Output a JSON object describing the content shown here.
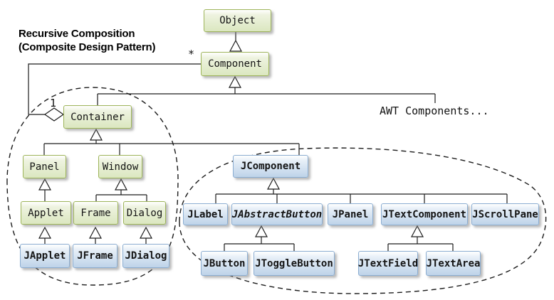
{
  "heading": {
    "line1": "Recursive Composition",
    "line2": "(Composite Design Pattern)"
  },
  "annotations": {
    "awt_components": "AWT Components...",
    "multiplicity_many": "*",
    "multiplicity_one": "1"
  },
  "nodes": {
    "object": "Object",
    "component": "Component",
    "container": "Container",
    "panel": "Panel",
    "window": "Window",
    "applet": "Applet",
    "frame": "Frame",
    "dialog": "Dialog",
    "japplet": "JApplet",
    "jframe": "JFrame",
    "jdialog": "JDialog",
    "jcomponent": "JComponent",
    "jlabel": "JLabel",
    "jabstractbutton": "JAbstractButton",
    "jpanel": "JPanel",
    "jtextcomponent": "JTextComponent",
    "jscrollpane": "JScrollPane",
    "jbutton": "JButton",
    "jtogglebutton": "JToggleButton",
    "jtextfield": "JTextField",
    "jtextarea": "JTextArea"
  },
  "colors": {
    "awt_border": "#9db459",
    "awt_fill_light": "#eef3e0",
    "awt_fill_dark": "#dbe7c0",
    "swing_border": "#8badd1",
    "swing_fill_light": "#e8f0f8",
    "swing_fill_dark": "#bed3e9",
    "line_color": "#1c1c1c"
  }
}
